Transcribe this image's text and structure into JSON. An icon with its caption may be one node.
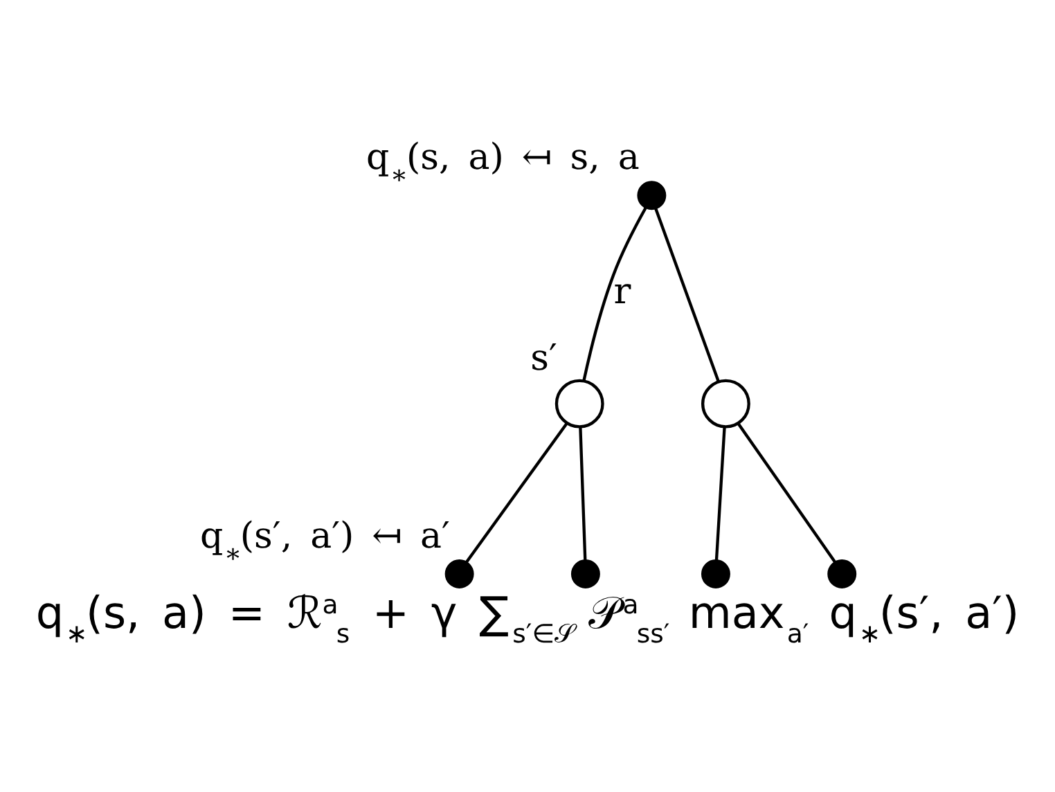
{
  "diagram": {
    "caption": "q$_{∗}$(s, a) = ℛ$^{a}$$_{s}$ + γ ∑$_{s′∈𝒮}$ 𝒫$^{a}$$_{ss′}$ max$_{a′}$ q$_{∗}$(s′, a′)",
    "nodes": [
      {
        "text": [],
        "shape": "circle",
        "beside": [
          "q$_{∗}$(s, a) ↤ s, a"
        ]
      },
      {
        "text": [],
        "shape": "circle",
        "beside": [
          "s′"
        ]
      },
      {
        "text": [],
        "shape": "circle"
      },
      {
        "text": [],
        "shape": "circle",
        "beside": [
          "q$_{∗}$(s′, a′) ↤ a′"
        ]
      },
      {
        "text": [],
        "shape": "circle"
      },
      {
        "text": [],
        "shape": "circle"
      },
      {
        "text": [],
        "shape": "circle"
      }
    ],
    "edges": [
      {
        "from": 0,
        "to": 1,
        "arrow": "none",
        "label": "r"
      },
      {
        "from": 0,
        "to": 2,
        "arrow": "none"
      },
      {
        "from": 1,
        "to": 3,
        "arrow": "none"
      },
      {
        "from": 1,
        "to": 4,
        "arrow": "none"
      },
      {
        "from": 2,
        "to": 5,
        "arrow": "none"
      },
      {
        "from": 2,
        "to": 6,
        "arrow": "none"
      }
    ]
  }
}
